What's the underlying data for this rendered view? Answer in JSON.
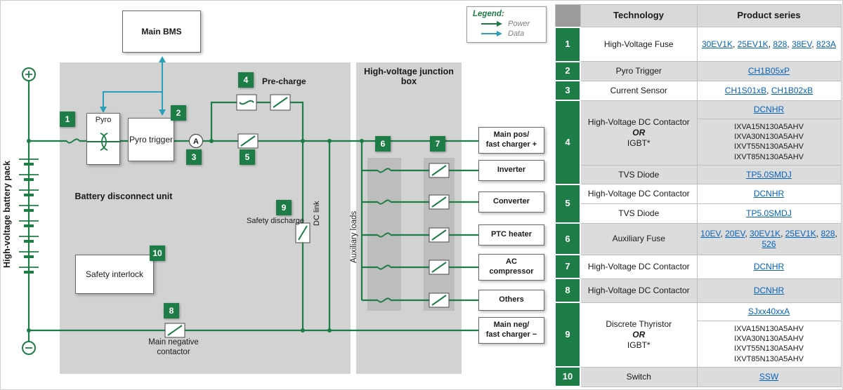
{
  "colors": {
    "brand_green": "#1e7d46",
    "data_teal": "#2b9fb8",
    "link_blue": "#0563c1",
    "panel_gray": "#d2d2d2",
    "strip_gray": "#bdbdbd",
    "row_gray": "#dcdcdc",
    "header_gray": "#d9d9d9"
  },
  "legend": {
    "title": "Legend:",
    "power_label": "Power",
    "data_label": "Data"
  },
  "diagram": {
    "battery_pack_label": "High-voltage battery pack",
    "plus_sign": "+",
    "minus_sign": "−",
    "main_bms_label": "Main BMS",
    "pyro_label": "Pyro",
    "pyro_trigger_label": "Pyro trigger",
    "current_sensor_letter": "A",
    "pre_charge_label": "Pre-charge",
    "bdu_label": "Battery disconnect unit",
    "hvjb_label": "High-voltage junction box",
    "aux_loads_label": "Auxiliary loads",
    "dc_link_label": "DC link",
    "safety_discharge_label": "Safety discharge",
    "safety_interlock_label": "Safety interlock",
    "main_neg_contactor_label": "Main negative contactor",
    "badges": [
      "1",
      "2",
      "3",
      "4",
      "5",
      "6",
      "7",
      "8",
      "9",
      "10"
    ],
    "outputs": [
      "Main pos/\nfast charger +",
      "Inverter",
      "Converter",
      "PTC heater",
      "AC compressor",
      "Others",
      "Main neg/\nfast charger −"
    ]
  },
  "table": {
    "header": {
      "number": "",
      "technology": "Technology",
      "product_series": "Product series"
    },
    "groups": [
      {
        "num": "1",
        "tech": "High-Voltage Fuse",
        "links": [
          "30EV1K",
          "25EV1K",
          "828",
          "38EV",
          "823A"
        ]
      },
      {
        "num": "2",
        "tech": "Pyro Trigger",
        "links": [
          "CH1B05xP"
        ]
      },
      {
        "num": "3",
        "tech": "Current Sensor",
        "links": [
          "CH1S01xB",
          "CH1B02xB"
        ]
      },
      {
        "num": "4",
        "tech_top": "High-Voltage DC Contactor",
        "tech_or": "OR",
        "tech_bottom": "IGBT*",
        "links": [
          "DCNHR"
        ],
        "part_numbers": [
          "IXVA15N130A5AHV",
          "IXVA30N130A5AHV",
          "IXVT55N130A5AHV",
          "IXVT85N130A5AHV"
        ],
        "tech2": "TVS Diode",
        "links2": [
          "TP5.0SMDJ"
        ]
      },
      {
        "num": "5",
        "tech": "High-Voltage DC Contactor",
        "links": [
          "DCNHR"
        ],
        "tech2": "TVS Diode",
        "links2": [
          "TP5.0SMDJ"
        ]
      },
      {
        "num": "6",
        "tech": "Auxiliary Fuse",
        "links": [
          "10EV",
          "20EV",
          "30EV1K",
          "25EV1K",
          "828",
          "526"
        ]
      },
      {
        "num": "7",
        "tech": "High-Voltage DC Contactor",
        "links": [
          "DCNHR"
        ]
      },
      {
        "num": "8",
        "tech": "High-Voltage DC Contactor",
        "links": [
          "DCNHR"
        ]
      },
      {
        "num": "9",
        "tech_top": "Discrete Thyristor",
        "tech_or": "OR",
        "tech_bottom": "IGBT*",
        "links": [
          "SJxx40xxA"
        ],
        "part_numbers": [
          "IXVA15N130A5AHV",
          "IXVA30N130A5AHV",
          "IXVT55N130A5AHV",
          "IXVT85N130A5AHV"
        ]
      },
      {
        "num": "10",
        "tech": "Switch",
        "links": [
          "SSW"
        ]
      }
    ]
  }
}
